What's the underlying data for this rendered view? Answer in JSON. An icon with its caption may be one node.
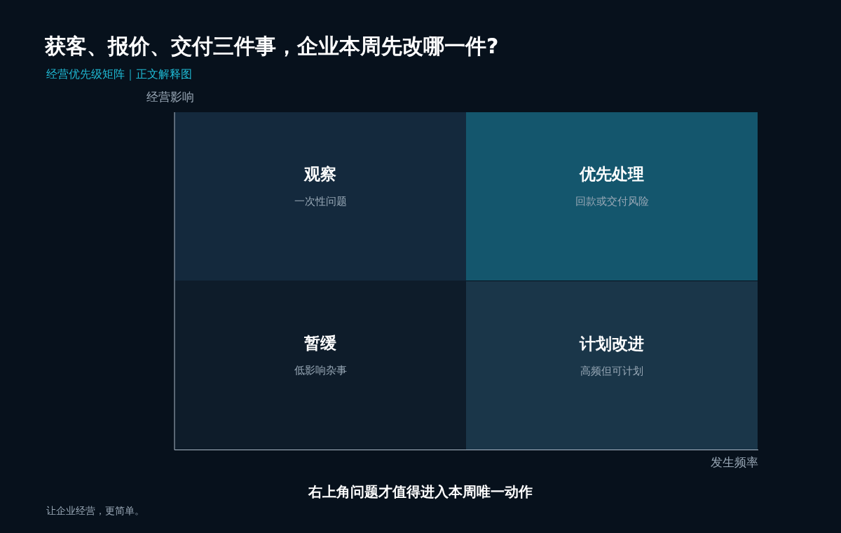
{
  "diagram": {
    "title": "获客、报价、交付三件事，企业本周先改哪一件?",
    "caption": "右上角问题才值得进入本周唯一动作",
    "nodes": [
      {
        "text": [
          "观察",
          "一次性问题"
        ]
      },
      {
        "text": [
          "优先处理",
          "回款或交付风险"
        ]
      },
      {
        "text": [
          "暂缓",
          "低影响杂事"
        ]
      },
      {
        "text": [
          "计划改进",
          "高频但可计划"
        ]
      }
    ],
    "labels": [
      "经营优先级矩阵｜正文解释图",
      "经营影响",
      "发生频率",
      "让企业经营，更简单。"
    ]
  }
}
